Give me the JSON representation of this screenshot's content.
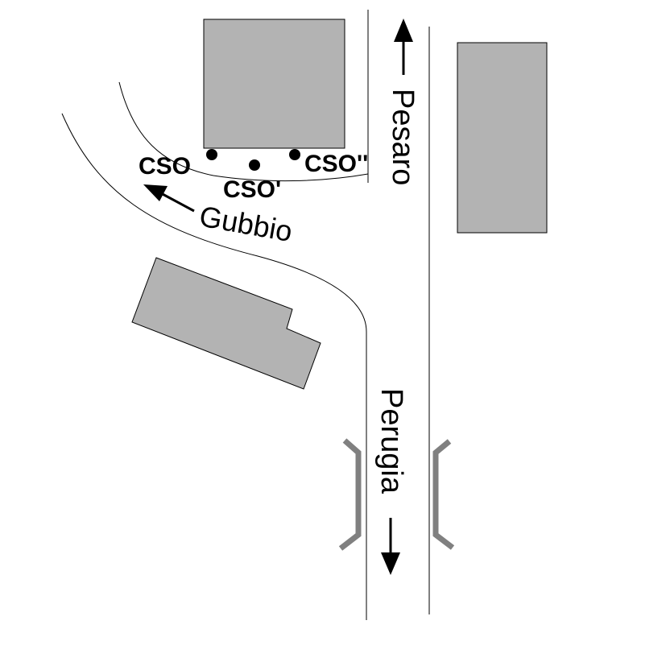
{
  "map": {
    "colors": {
      "background": "#ffffff",
      "building_fill": "#b3b3b3",
      "line": "#000000",
      "bridge": "#808080"
    },
    "labels": {
      "pesaro": "Pesaro",
      "perugia": "Perugia",
      "gubbio": "Gubbio",
      "cso": "CSO",
      "cso_prime": "CSO'",
      "cso_double_prime": "CSO''"
    },
    "markers": [
      {
        "id": "cso",
        "label_key": "cso"
      },
      {
        "id": "cso-prime",
        "label_key": "cso_prime"
      },
      {
        "id": "cso-double-prime",
        "label_key": "cso_double_prime"
      }
    ],
    "icons": {
      "north_arrow": "arrow-up",
      "south_arrow": "arrow-down",
      "northwest_arrow": "arrow-up-left"
    }
  }
}
